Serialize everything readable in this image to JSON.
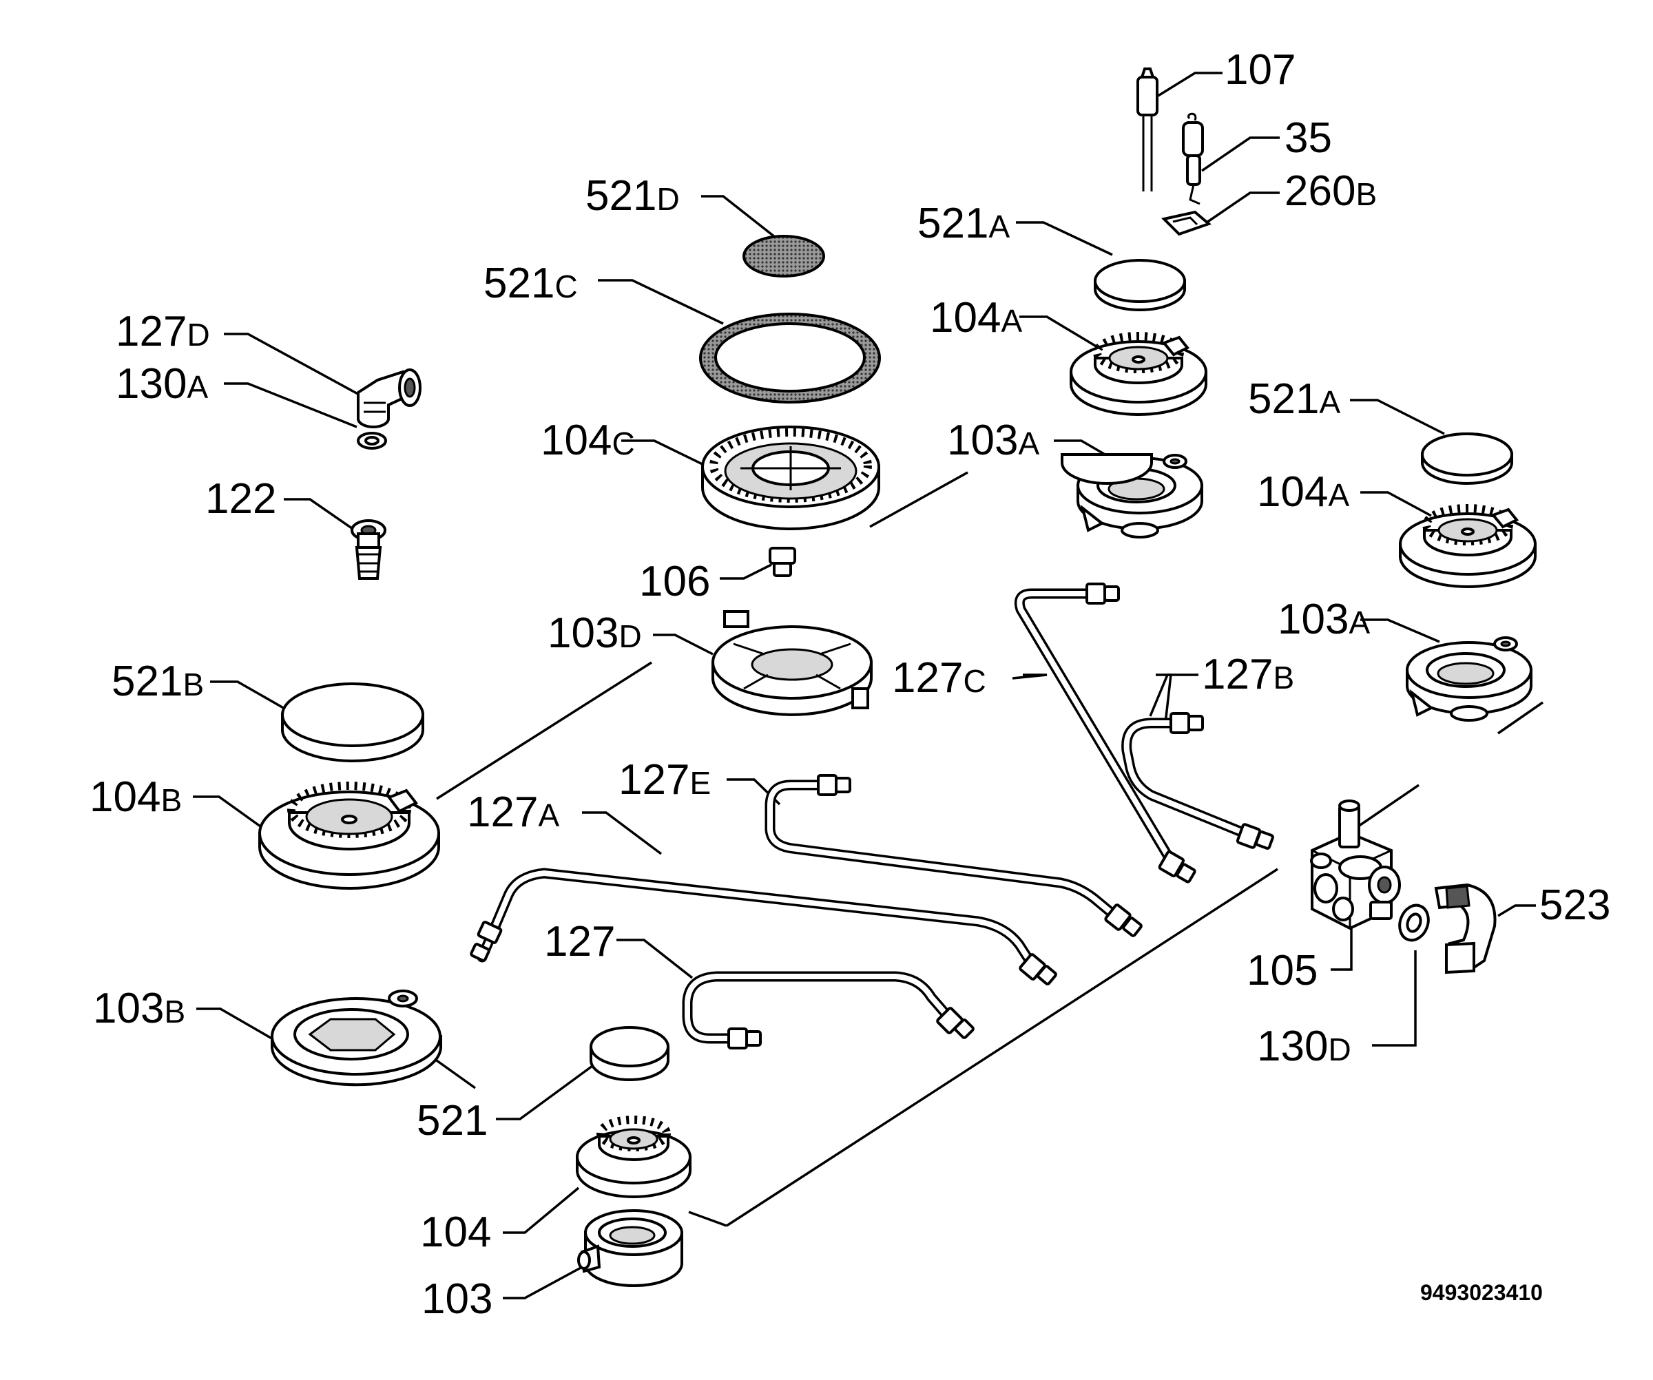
{
  "diagram_code": "9493023410",
  "labels": {
    "l107": {
      "num": "107",
      "suffix": ""
    },
    "l35": {
      "num": "35",
      "suffix": ""
    },
    "l260B": {
      "num": "260",
      "suffix": "B"
    },
    "l521D": {
      "num": "521",
      "suffix": "D"
    },
    "l521A1": {
      "num": "521",
      "suffix": "A"
    },
    "l521C": {
      "num": "521",
      "suffix": "C"
    },
    "l104A1": {
      "num": "104",
      "suffix": "A"
    },
    "l127D": {
      "num": "127",
      "suffix": "D"
    },
    "l130A": {
      "num": "130",
      "suffix": "A"
    },
    "l521A2": {
      "num": "521",
      "suffix": "A"
    },
    "l104C": {
      "num": "104",
      "suffix": "C"
    },
    "l103A1": {
      "num": "103",
      "suffix": "A"
    },
    "l122": {
      "num": "122",
      "suffix": ""
    },
    "l104A2": {
      "num": "104",
      "suffix": "A"
    },
    "l106": {
      "num": "106",
      "suffix": ""
    },
    "l103D": {
      "num": "103",
      "suffix": "D"
    },
    "l103A2": {
      "num": "103",
      "suffix": "A"
    },
    "l521B": {
      "num": "521",
      "suffix": "B"
    },
    "l127C": {
      "num": "127",
      "suffix": "C"
    },
    "l127B": {
      "num": "127",
      "suffix": "B"
    },
    "l104B": {
      "num": "104",
      "suffix": "B"
    },
    "l127E": {
      "num": "127",
      "suffix": "E"
    },
    "l127A": {
      "num": "127",
      "suffix": "A"
    },
    "l523": {
      "num": "523",
      "suffix": ""
    },
    "l127": {
      "num": "127",
      "suffix": ""
    },
    "l105": {
      "num": "105",
      "suffix": ""
    },
    "l103B": {
      "num": "103",
      "suffix": "B"
    },
    "l130D": {
      "num": "130",
      "suffix": "D"
    },
    "l521": {
      "num": "521",
      "suffix": ""
    },
    "l104": {
      "num": "104",
      "suffix": ""
    },
    "l103": {
      "num": "103",
      "suffix": ""
    }
  }
}
